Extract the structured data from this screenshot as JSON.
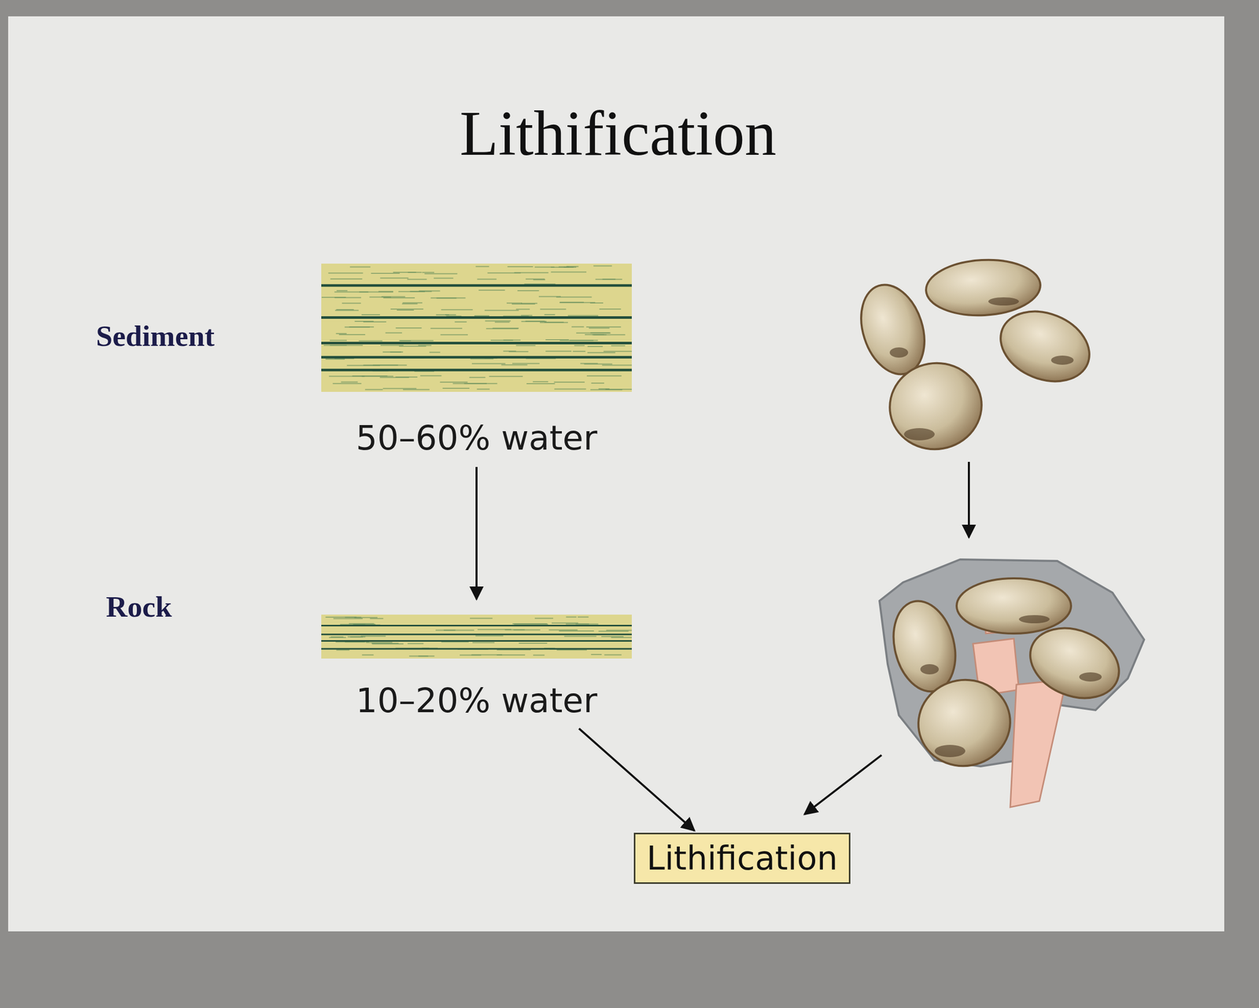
{
  "diagram": {
    "title": "Lithification",
    "nodes": [
      {
        "text": [
          "50–60% water"
        ]
      },
      {
        "text": [
          "10–20% water"
        ]
      },
      {
        "text": [
          "Lithification"
        ]
      }
    ],
    "edges": [
      {
        "from": 0,
        "to": 1,
        "arrow": "to"
      },
      {
        "from": 1,
        "to": 2,
        "arrow": "to"
      }
    ],
    "labels": [
      "Sediment",
      "Rock"
    ]
  }
}
